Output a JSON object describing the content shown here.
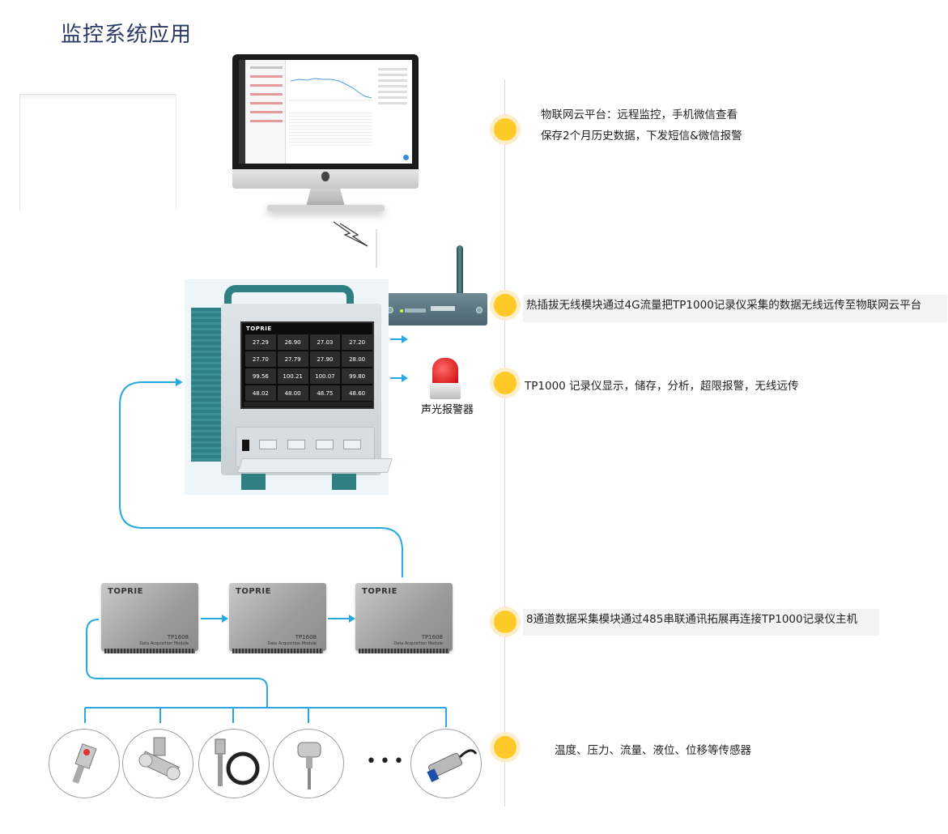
{
  "title": "监控系统应用",
  "steps": [
    {
      "lines": [
        "物联网云平台：远程监控，手机微信查看",
        "保存2个月历史数据，下发短信&微信报警"
      ]
    },
    {
      "lines": [
        "热插拔无线模块通过4G流量把TP1000记录仪采集的数据无线远传至物联网云平台"
      ]
    },
    {
      "lines": [
        "TP1000 记录仪显示，储存，分析，超限报警，无线远传"
      ]
    },
    {
      "lines": [
        "8通道数据采集模块通过485串联通讯拓展再连接TP1000记录仪主机"
      ]
    },
    {
      "lines": [
        "温度、压力、流量、液位、位移等传感器"
      ]
    }
  ],
  "alarm_label": "声光报警器",
  "recorder": {
    "brand": "TOPRIE",
    "readings": [
      "27.29",
      "26.90",
      "27.03",
      "27.20",
      "27.70",
      "27.79",
      "27.90",
      "28.00",
      "99.56",
      "100.21",
      "100.07",
      "99.80",
      "48.02",
      "48.00",
      "48.75",
      "48.60"
    ]
  },
  "modules": [
    {
      "brand": "TOPRIE",
      "model": "TP1608",
      "subtitle": "Data Acquisition Module"
    },
    {
      "brand": "TOPRIE",
      "model": "TP1608",
      "subtitle": "Data Acquisition Module"
    },
    {
      "brand": "TOPRIE",
      "model": "TP1608",
      "subtitle": "Data Acquisition Module"
    }
  ],
  "sensor_ellipsis": "•••",
  "colors": {
    "accent_blue": "#27a8df",
    "dot_yellow": "#ffc928",
    "title_navy": "#2b3a67",
    "recorder_teal": "#2f7f83"
  }
}
